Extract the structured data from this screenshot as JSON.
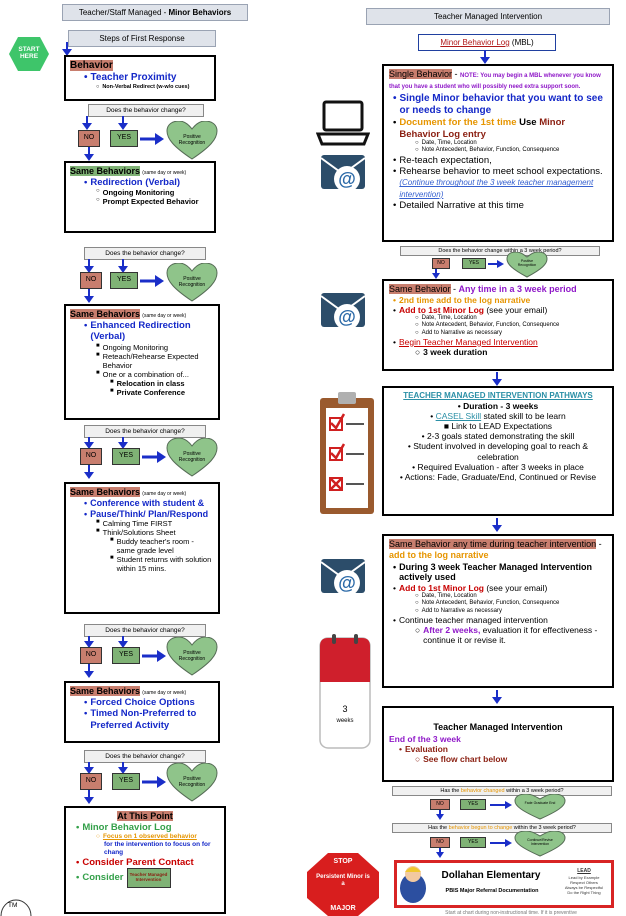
{
  "left": {
    "title_prefix": "Teacher/Staff Managed - ",
    "title_bold": "Minor Behaviors",
    "start": "START HERE",
    "steps": "Steps of First Response",
    "b1": {
      "title": "Behavior",
      "l1": "Teacher Proximity",
      "l2": "Non-Verbal Redirect (w-w/o cues)"
    },
    "question": "Does the behavior change?",
    "no": "NO",
    "yes": "YES",
    "heart": "Positive Recognition",
    "b2": {
      "title": "Same Behaviors",
      "note": "(same day or week)",
      "l1": "Redirection (Verbal)",
      "l2": "Ongoing Monitoring",
      "l3": "Prompt Expected Behavior"
    },
    "b3": {
      "title": "Same Behaviors",
      "note": "(same day or week)",
      "l1": "Enhanced Redirection (Verbal)",
      "l2": "Ongoing Monitoring",
      "l3": "Reteach/Rehearse Expected Behavior",
      "l4": "One or a combination of...",
      "l5": "Relocation in class",
      "l6": "Private Conference"
    },
    "b4": {
      "title": "Same Behaviors",
      "note": "(same day or week)",
      "l1": "Conference with student &",
      "l2": "Pause/Think/ Plan/Respond",
      "l3": "Calming Time FIRST",
      "l4": "Think/Solutions Sheet",
      "l5": "Buddy teacher's room - same grade level",
      "l6": "Student returns with solution within 15 mins."
    },
    "b5": {
      "title": "Same Behaviors",
      "note": "(same day or week)",
      "l1": "Forced Choice Options",
      "l2": "Timed Non-Preferred to Preferred Activity"
    },
    "b6": {
      "title": "At This Point",
      "l1": "Minor Behavior Log",
      "l2": "Focus on 1 observed behavior",
      "l3": "for the intervention to focus on for chang",
      "l4": "Consider Parent Contact",
      "l5": "Consider",
      "badge": "Teacher Managed Intervention"
    },
    "tm": "TM"
  },
  "right": {
    "title": "Teacher Managed Intervention",
    "mbl_link": "Minor Behavior Log",
    "mbl_suffix": " (MBL)",
    "r1": {
      "title": "Single Behavior",
      "dash": " - ",
      "note": "NOTE: You may begin a MBL whenever you know that you have a student who will possibly need extra support soon.",
      "l1": "Single Minor behavior that you want to see or needs to change",
      "l2a": "Document for the 1st time",
      "l2b": " Use ",
      "l2c": "Minor Behavior Log entry",
      "l3": "Date, Time, Location",
      "l4": "Note Antecedent, Behavior, Function, Consequence",
      "l5": "Re-teach expectation,",
      "l6": "Rehearse behavior to meet school expectations. ",
      "l6b": "(Continue throughout the 3 week teacher management intervention)",
      "l7": "Detailed Narrative at this time"
    },
    "q1": "Does the behavior change within a 3 week period?",
    "no": "NO",
    "yes": "YES",
    "heart": "Positive Recognition",
    "r2": {
      "title": "Same Behavior",
      "dash": " - ",
      "t2": "Any time in a 3 week period",
      "l1": "2nd time add to the log narrative",
      "l2a": "Add to 1st Minor Log",
      "l2b": " (see your email)",
      "l3": "Date, Time, Location",
      "l4": "Note Antecedent, Behavior, Function, Consequence",
      "l5": "Add to Narrative as necessary",
      "l6": "Begin Teacher Managed Intervention",
      "l7": "3 week duration"
    },
    "r3": {
      "title": "TEACHER MANAGED INTERVENTION PATHWAYS",
      "l1": "Duration - 3 weeks",
      "l2a": "CASEL Skill",
      "l2b": " stated skill to be learn",
      "l3": "Link to LEAD Expectations",
      "l4": "2-3 goals stated demonstrating the skill",
      "l5": "Student involved in developing goal  to reach & celebration",
      "l6": "Required Evaluation - after 3 weeks in place",
      "l7": "Actions: Fade, Graduate/End, Continued or Revise"
    },
    "r4": {
      "title": "Same Behavior any time during teacher intervention",
      "dash": " - ",
      "t2": "add to the log narrative",
      "l1": "During 3 week Teacher Managed Intervention actively used",
      "l2a": "Add to 1st Minor Log",
      "l2b": " (see your email)",
      "l3": "Date, Time, Location",
      "l4": "Note Antecedent, Behavior, Function, Consequence",
      "l5": "Add to Narrative as necessary",
      "l6": "Continue teacher managed intervention",
      "l7a": "After 2 weeks,",
      "l7b": " evaluation it for effectiveness - continue it or revise it."
    },
    "r5": {
      "title": "Teacher Managed Intervention",
      "l1": "End of the 3 week",
      "l2": "Evaluation",
      "l3": "See flow chart below"
    },
    "q2a": "Has the ",
    "q2b": "behavior changed",
    "q2c": " within a 3 week period?",
    "q3a": "Has the ",
    "q3b": "behavior begun to change",
    "q3c": " within the 3 week period?",
    "heart2": "Fade Graduate End",
    "heart3": "Continue/Revise Intervention",
    "calendar_num": "3",
    "calendar_word": "weeks",
    "stop": {
      "l1": "STOP",
      "l2": "Persistent Minor is a",
      "l3": "MAJOR"
    },
    "school": "Dollahan Elementary",
    "school_sub": "PBIS Major Referral Documentation",
    "lead": {
      "t": "LEAD",
      "l1": "Lead by Example",
      "l2": "Respect Others",
      "l3": "Always be Respectful",
      "l4": "Do the Right Thing"
    },
    "footer": "Start at chart during non-instructional time. If it is preventive"
  },
  "colors": {
    "behavior_hl": "#c87e6e",
    "yes_green": "#7fb275",
    "heart_green": "#8fc48a",
    "blue_text": "#1428c8",
    "orange_text": "#e69500",
    "start_hex": "#3ec56a",
    "stop_oct": "#d81e1e"
  }
}
